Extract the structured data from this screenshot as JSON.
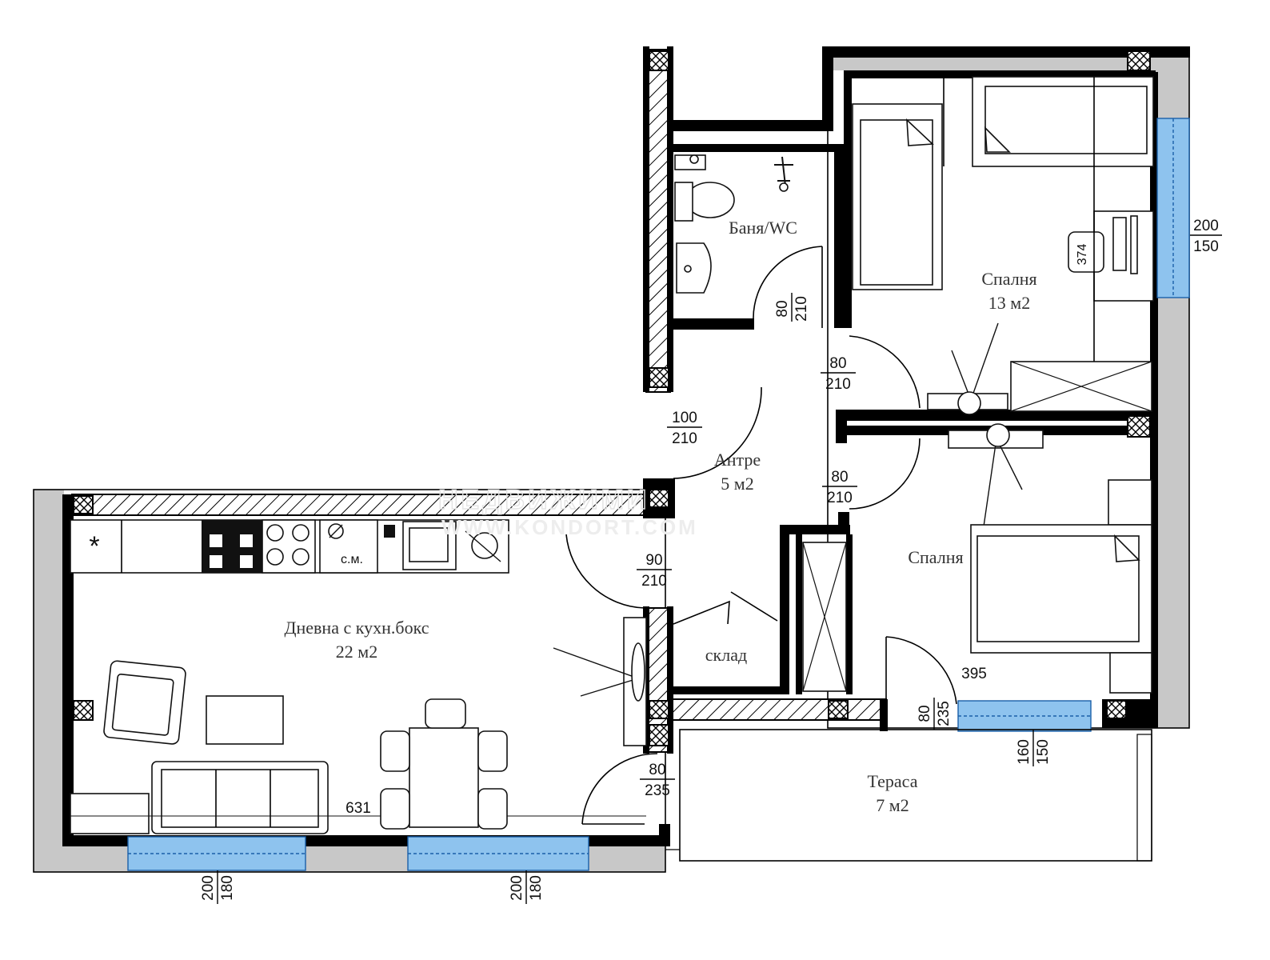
{
  "rooms": {
    "bath": "Баня/WC",
    "bedroom1_name": "Спалня",
    "bedroom1_area": "13 м2",
    "hall_name": "Антре",
    "hall_area": "5 м2",
    "living_name": "Дневна с кухн.бокс",
    "living_area": "22 м2",
    "storage": "склад",
    "bedroom2_name": "Спалня",
    "terrace_name": "Тераса",
    "terrace_area": "7 м2"
  },
  "fixtures": {
    "washer": "с.м.",
    "star": "*"
  },
  "dims": {
    "bath_door_w": "80",
    "bath_door_h": "210",
    "bed1_door_w": "80",
    "bed1_door_h": "210",
    "entry_door_w": "100",
    "entry_door_h": "210",
    "bed2_door_w": "80",
    "bed2_door_h": "210",
    "living_door_w": "90",
    "living_door_h": "210",
    "terrace_door_w": "80",
    "terrace_door_h": "235",
    "bed2_balcony_w": "80",
    "bed2_balcony_h": "235",
    "bed1_window_w": "200",
    "bed1_window_h": "150",
    "bed2_window_w": "160",
    "bed2_window_h": "150",
    "living_window1_w": "200",
    "living_window1_h": "180",
    "living_window2_w": "200",
    "living_window2_h": "180",
    "desk_width": "374",
    "bed2_len": "395",
    "living_len": "631"
  },
  "watermark": {
    "line1": "НЕДВИЖИМИ",
    "line2": "WWW.KONDORT.COM"
  }
}
